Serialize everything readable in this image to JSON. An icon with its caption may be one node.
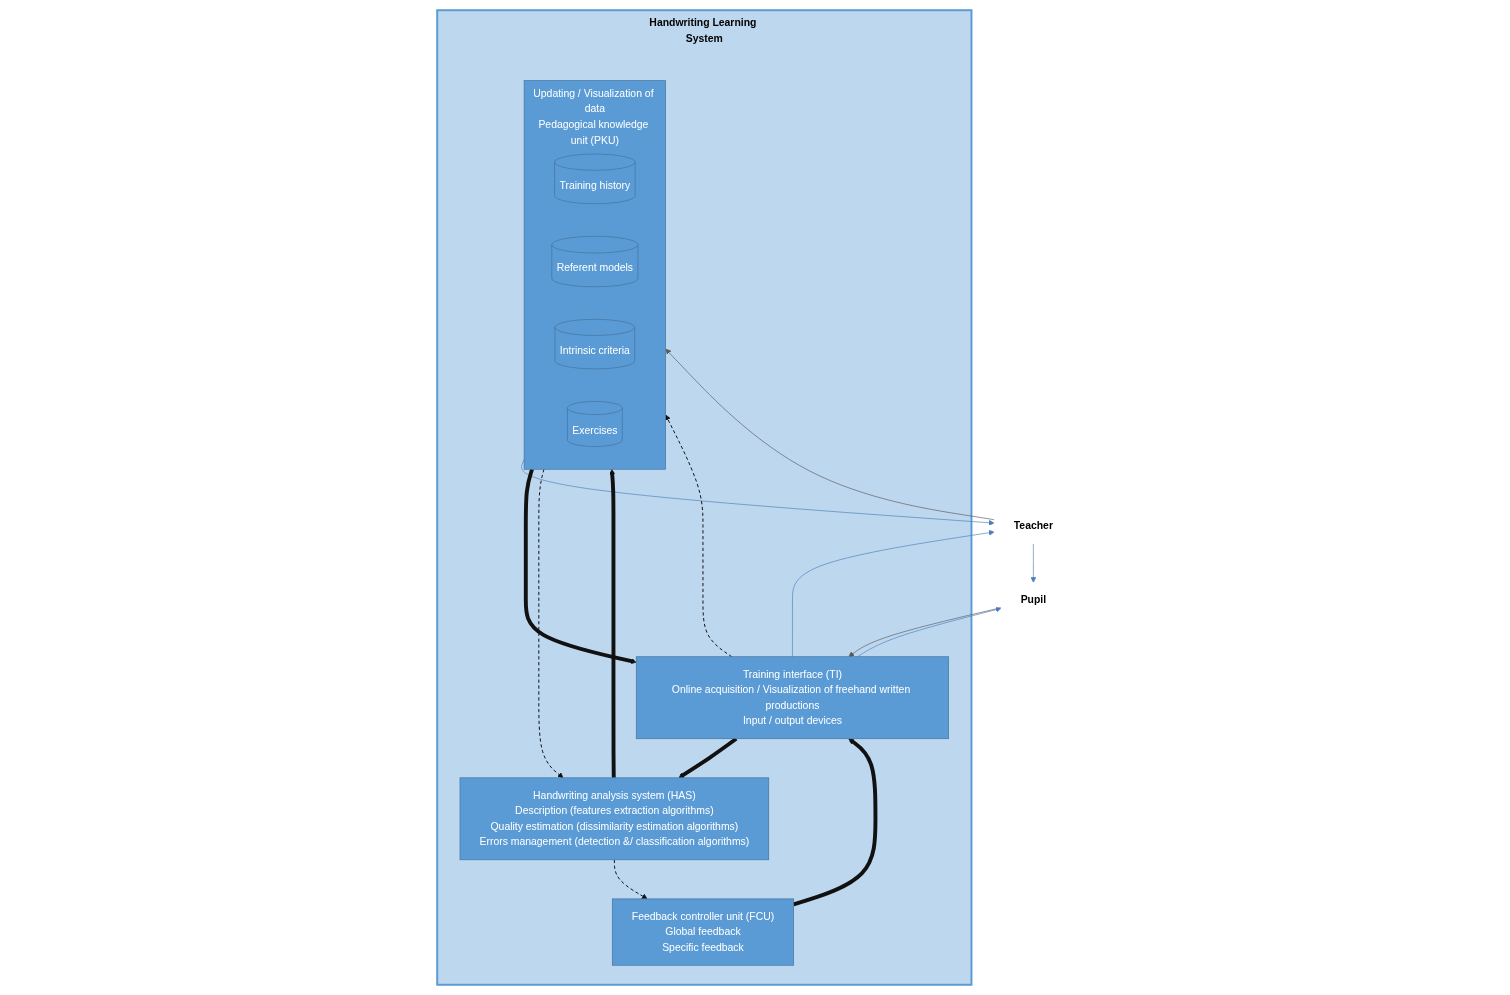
{
  "diagram": {
    "nodes": [
      {
        "text": [
          "Pupil"
        ]
      },
      {
        "text": [
          "Teacher"
        ]
      },
      {
        "text": [
          "Handwriting Learning System"
        ]
      },
      {
        "text": [
          "Training interface (TI)",
          "Online acquisition / Visualization of freehand written productions",
          "Input / output devices"
        ],
        "in": 2
      },
      {
        "text": [
          "Updating / Visualization of data",
          "Pedagogical knowledge unit (PKU)"
        ],
        "in": 2
      },
      {
        "text": [
          "Training history"
        ],
        "in": 4
      },
      {
        "text": [
          "Referent models"
        ],
        "in": 4
      },
      {
        "text": [
          "Intrinsic criteria"
        ],
        "in": 4
      },
      {
        "text": [
          "Exercises"
        ],
        "in": 4
      },
      {
        "text": [
          "Feedback controller unit (FCU)",
          "Global feedback",
          "Specific feedback"
        ],
        "in": 2
      },
      {
        "text": [
          "Handwriting analysis system (HAS)",
          "Description (features extraction algorithms)",
          "Quality estimation (dissimilarity estimation algorithms)",
          "Errors management (detection &/ classification algorithms)"
        ],
        "in": 2
      }
    ],
    "edges": [
      {
        "from": 1,
        "to": 0,
        "arrow": "to",
        "color": "#4a7ebb"
      },
      {
        "from": 0,
        "to": 3,
        "arrow": "to",
        "color": "#595959"
      },
      {
        "from": 3,
        "to": 0,
        "arrow": "to",
        "color": "#4a7ebb"
      },
      {
        "from": 3,
        "to": 1,
        "arrow": "to",
        "color": "#4a7ebb"
      },
      {
        "from": 1,
        "to": 4,
        "arrow": "to",
        "color": "#595959"
      },
      {
        "from": 4,
        "to": 1,
        "arrow": "to",
        "color": "#4a7ebb"
      },
      {
        "from": 4,
        "to": 3,
        "arrow": "to",
        "style": "thick"
      },
      {
        "from": 3,
        "to": 4,
        "arrow": "to",
        "style": "dashed"
      },
      {
        "from": 9,
        "to": 3,
        "arrow": "to",
        "style": "thick"
      },
      {
        "from": 3,
        "to": 10,
        "arrow": "to",
        "style": "thick"
      },
      {
        "from": 10,
        "to": 9,
        "arrow": "to",
        "style": "dashed"
      },
      {
        "from": 4,
        "to": 10,
        "arrow": "to",
        "style": "dashed"
      },
      {
        "from": 10,
        "to": 4,
        "arrow": "to",
        "style": "thick"
      }
    ]
  }
}
